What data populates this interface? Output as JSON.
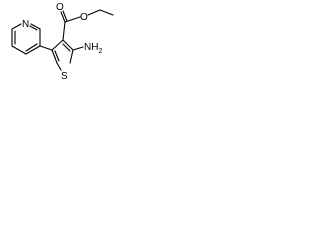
{
  "structure": {
    "atom_labels": {
      "pyridine_nitrogen": "N",
      "carbonyl_oxygen": "O",
      "ester_oxygen": "O",
      "thiophene_sulfur": "S",
      "amino_group": "NH",
      "amino_subscript": "2"
    }
  }
}
